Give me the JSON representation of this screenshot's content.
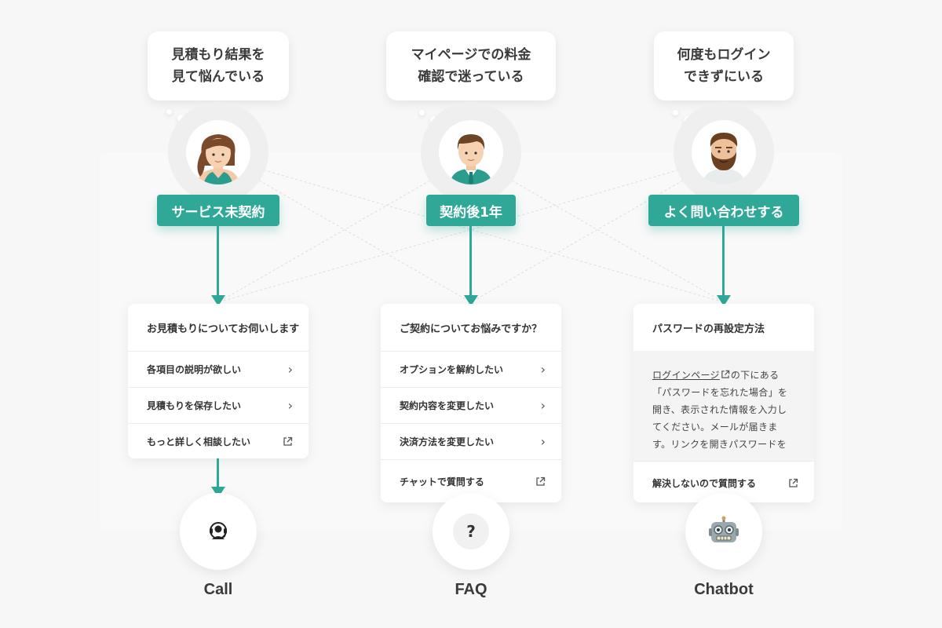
{
  "personas": [
    {
      "thought": "見積もり結果を\n見て悩んでいる",
      "tag": "サービス未契約"
    },
    {
      "thought": "マイページでの料金\n確認で迷っている",
      "tag": "契約後1年"
    },
    {
      "thought": "何度もログイン\nできずにいる",
      "tag": "よく問い合わせする"
    }
  ],
  "cards": [
    {
      "title": "お見積もりについてお伺いします",
      "items": [
        {
          "label": "各項目の説明が欲しい",
          "icon": "chevron-right-icon"
        },
        {
          "label": "見積もりを保存したい",
          "icon": "chevron-right-icon"
        },
        {
          "label": "もっと詳しく相談したい",
          "icon": "external-link-icon"
        }
      ]
    },
    {
      "title": "ご契約についてお悩みですか？",
      "items": [
        {
          "label": "オプションを解約したい",
          "icon": "chevron-right-icon"
        },
        {
          "label": "契約内容を変更したい",
          "icon": "chevron-right-icon"
        },
        {
          "label": "決済方法を変更したい",
          "icon": "chevron-right-icon"
        },
        {
          "label": "チャットで質問する",
          "icon": "external-link-icon"
        }
      ]
    },
    {
      "title": "パスワードの再設定方法",
      "body_link": "ログインページ",
      "body_text": "の下にある「パスワードを忘れた場合」を開き、表示された情報を入力してください。メールが届きます。リンクを開きパスワードを",
      "items": [
        {
          "label": "解決しないので質問する",
          "icon": "external-link-icon"
        }
      ]
    }
  ],
  "channels": [
    {
      "label": "Call",
      "icon": "headset-icon"
    },
    {
      "label": "FAQ",
      "icon": "question-mark-icon",
      "glyph": "?"
    },
    {
      "label": "Chatbot",
      "icon": "robot-icon"
    }
  ],
  "colors": {
    "accent": "#2fa898",
    "background": "#f6f7f6",
    "panel": "#f9f9f9"
  }
}
